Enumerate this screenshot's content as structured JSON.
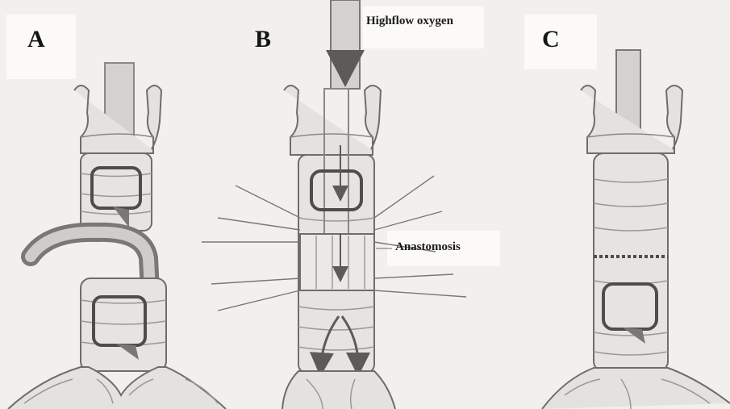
{
  "panels": [
    {
      "label": "A"
    },
    {
      "label": "B"
    },
    {
      "label": "C"
    }
  ],
  "annotations": {
    "oxygen": "Highflow oxygen",
    "anastomosis": "Anastomosis"
  },
  "colors": {
    "paper": "#f2f0ec",
    "tissue_fill": "#e4e2de",
    "pencil_dark": "#5d5b58",
    "pencil_mid": "#8a8884",
    "pencil_light": "#b3b1ad"
  }
}
